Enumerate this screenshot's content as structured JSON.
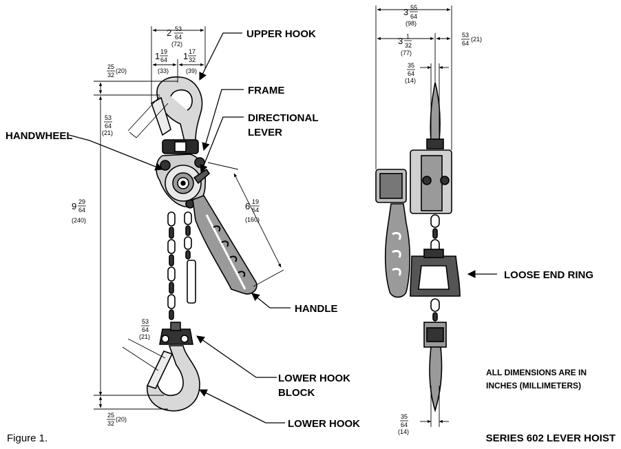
{
  "labels": {
    "upper_hook": "UPPER HOOK",
    "frame": "FRAME",
    "directional_lever_1": "DIRECTIONAL",
    "directional_lever_2": "LEVER",
    "handwheel": "HANDWHEEL",
    "handle": "HANDLE",
    "lower_hook_block_1": "LOWER HOOK",
    "lower_hook_block_2": "BLOCK",
    "lower_hook": "LOWER HOOK",
    "loose_end_ring": "LOOSE END RING"
  },
  "dimensions": {
    "top_width": {
      "whole": "2",
      "num": "53",
      "den": "64",
      "mm": "(72)"
    },
    "left_half": {
      "whole": "1",
      "num": "19",
      "den": "64",
      "mm": "(33)"
    },
    "right_half": {
      "whole": "1",
      "num": "17",
      "den": "32",
      "mm": "(39)"
    },
    "upper_offset": {
      "num": "25",
      "den": "32",
      "mm": "(20)"
    },
    "upper_throat": {
      "num": "53",
      "den": "64",
      "mm": "(21)"
    },
    "overall_height": {
      "whole": "9",
      "num": "29",
      "den": "64",
      "mm": "(240)"
    },
    "handle_length": {
      "whole": "6",
      "num": "19",
      "den": "64",
      "mm": "(160)"
    },
    "lower_throat": {
      "num": "53",
      "den": "64",
      "mm": "(21)"
    },
    "lower_offset": {
      "num": "25",
      "den": "32",
      "mm": "(20)"
    },
    "side_total": {
      "whole": "3",
      "num": "55",
      "den": "64",
      "mm": "(98)"
    },
    "side_left": {
      "whole": "3",
      "num": "1",
      "den": "32",
      "mm": "(77)"
    },
    "side_right": {
      "num": "53",
      "den": "64",
      "mm": "(21)"
    },
    "chain_width_top": {
      "num": "35",
      "den": "64",
      "mm": "(14)"
    },
    "chain_width_bottom": {
      "num": "35",
      "den": "64",
      "mm": "(14)"
    }
  },
  "note": {
    "line1": "ALL DIMENSIONS ARE IN",
    "line2": "INCHES (MILLIMETERS)"
  },
  "caption": "Figure 1.",
  "series_title": "SERIES 602 LEVER HOIST"
}
